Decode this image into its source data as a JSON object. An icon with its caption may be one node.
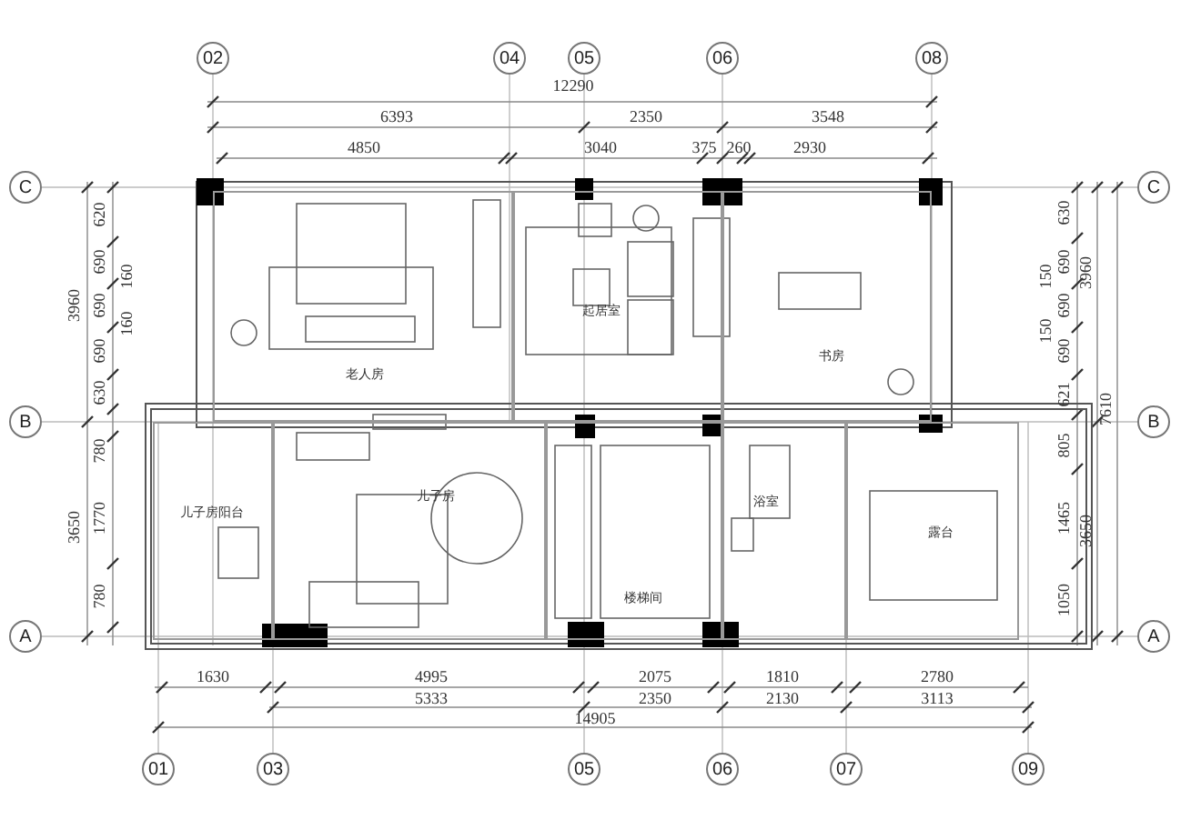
{
  "diagram": {
    "nodes": [
      {
        "text": [
          "02"
        ]
      },
      {
        "text": [
          "04"
        ]
      },
      {
        "text": [
          "05"
        ]
      },
      {
        "text": [
          "06"
        ]
      },
      {
        "text": [
          "08"
        ]
      },
      {
        "text": [
          "C"
        ]
      },
      {
        "text": [
          "C"
        ]
      },
      {
        "text": [
          "老人房"
        ]
      },
      {
        "text": [
          "起居室"
        ]
      },
      {
        "text": [
          "书房"
        ]
      },
      {
        "text": [
          "B"
        ]
      },
      {
        "text": [
          "B"
        ]
      },
      {
        "text": [
          "儿子房阳台"
        ]
      },
      {
        "text": [
          "儿子房"
        ]
      },
      {
        "text": [
          "楼梯间"
        ]
      },
      {
        "text": [
          "浴室"
        ]
      },
      {
        "text": [
          "露台"
        ]
      },
      {
        "text": [
          "A"
        ]
      },
      {
        "text": [
          "A"
        ]
      },
      {
        "text": [
          "01"
        ]
      },
      {
        "text": [
          "03"
        ]
      },
      {
        "text": [
          "05"
        ]
      },
      {
        "text": [
          "06"
        ]
      },
      {
        "text": [
          "07"
        ]
      },
      {
        "text": [
          "09"
        ]
      }
    ],
    "edges": [],
    "labels": [
      "12290",
      "6393",
      "2350",
      "3548",
      "4850",
      "3040",
      "375",
      "260",
      "2930",
      "3960",
      "620",
      "690",
      "160",
      "690",
      "160",
      "690",
      "630",
      "3650",
      "780",
      "1770",
      "780",
      "630",
      "690",
      "150",
      "690",
      "150",
      "690",
      "621",
      "805",
      "1465",
      "1050",
      "3960",
      "3650",
      "7610",
      "1630",
      "4995",
      "2075",
      "1810",
      "2780",
      "5333",
      "2350",
      "2130",
      "3113",
      "14905"
    ]
  }
}
